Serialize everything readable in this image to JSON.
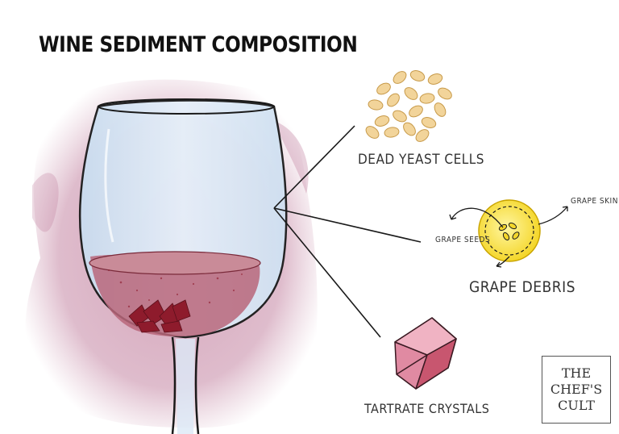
{
  "title": "WINE SEDIMENT COMPOSITION",
  "labels": {
    "yeast": "DEAD YEAST CELLS",
    "debris": "GRAPE DEBRIS",
    "seeds": "GRAPE SEEDS",
    "skin": "GRAPE SKIN",
    "crystals": "TARTRATE CRYSTALS"
  },
  "logo": [
    "THE",
    "CHEF'S",
    "CULT"
  ],
  "colors": {
    "wine_stain": "#b56a8c",
    "wine": "#a43a52",
    "sediment": "#8e1b2c",
    "glass": "#dce9f6",
    "yeast": "#f2d49a",
    "grape": "#fbe84a",
    "crystal": "#d9738d"
  },
  "icons": [
    "wine-glass-icon",
    "yeast-cells-icon",
    "grape-debris-icon",
    "tartrate-crystal-icon"
  ]
}
